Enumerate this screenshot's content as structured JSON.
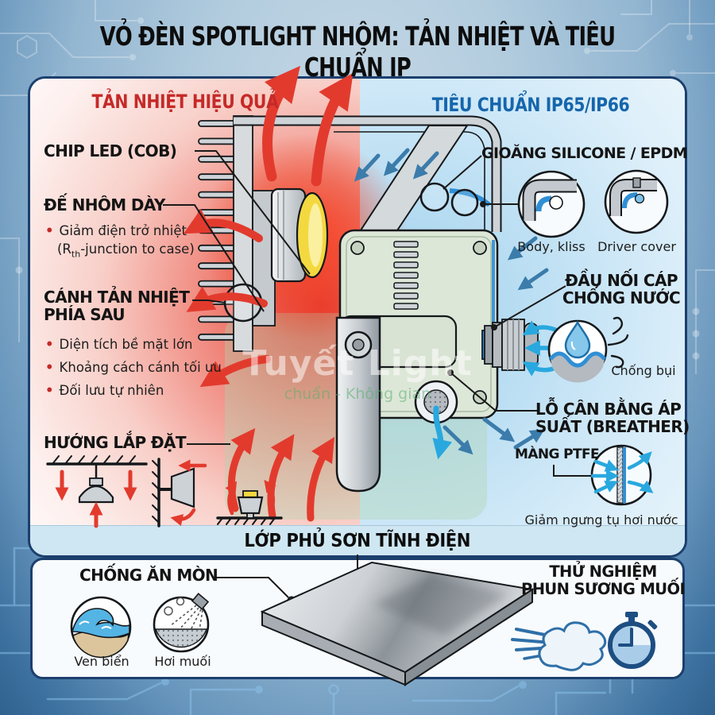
{
  "title": "VỎ ĐÈN SPOTLIGHT NHÔM: TẢN NHIỆT VÀ TIÊU CHUẨN IP",
  "watermark": {
    "brand": "Tuyết Light",
    "tagline": "chuẩn - Không gian"
  },
  "left": {
    "heading": "TẢN NHIỆT HIỆU QUẢ",
    "chip_led_label": "CHIP LED (COB)",
    "base_label": "ĐẾ NHÔM DÀY",
    "base_bullet_line1": "Giảm điện trở nhiệt",
    "base_bullet_line2_pre": "(R",
    "base_bullet_line2_sub": "th",
    "base_bullet_line2_post": "-junction to case)",
    "fins_label_line1": "CÁNH TẢN NHIỆT",
    "fins_label_line2": "PHÍA SAU",
    "fins_bullets": [
      "Diện tích bề mặt lớn",
      "Khoảng cách cánh tối ưu",
      "Đối lưu tự nhiên"
    ],
    "mounting_label": "HƯỚNG LẮP ĐẶT"
  },
  "right": {
    "heading": "TIÊU CHUẨN IP65/IP66",
    "gasket_label": "GIOĂNG SILICONE / EPDM",
    "gasket_caption_1": "Body, kliss",
    "gasket_caption_2": "Driver cover",
    "gland_label_line1": "ĐẦU NỐI CÁP",
    "gland_label_line2": "CHỐNG NƯỚC",
    "gland_caption": "Chống bụi",
    "breather_label_line1": "LỖ CÂN BẰNG ÁP",
    "breather_label_line2": "SUẤT (BREATHER)",
    "membrane_label": "MÀNG PTFE",
    "membrane_caption": "Giảm ngưng tụ hơi nước"
  },
  "coating_band": {
    "title": "LỚP PHỦ SƠN TĨNH ĐIỆN"
  },
  "bottom": {
    "corrosion_label": "CHỐNG ĂN MÒN",
    "corrosion_caption_1": "Ven biển",
    "corrosion_caption_2": "Hơi muối",
    "test_label_line1": "THỬ NGHIỆM",
    "test_label_line2": "PHUN SƯƠNG MUỐI"
  },
  "colors": {
    "accent_red": "#c52a28",
    "accent_blue": "#1566ac",
    "panel_border": "#1c3f6e",
    "heat_arrow": "#e23b2e",
    "water_arrow": "#3b7cab",
    "spray_arrow": "#29a8df",
    "gasket_blue": "#2f8fd6",
    "band_bg": "#cfe7f3"
  }
}
